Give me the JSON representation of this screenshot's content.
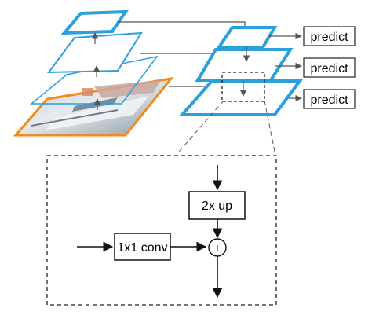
{
  "colors": {
    "pyramid_stroke": "#2aa0dc",
    "input_stroke": "#f08c1e",
    "arrow": "#555555",
    "dashed": "#222222",
    "text": "#000000"
  },
  "outputs": [
    "predict",
    "predict",
    "predict"
  ],
  "detail": {
    "upsample_label": "2x up",
    "conv_label": "1x1 conv",
    "merge_symbol": "+"
  }
}
